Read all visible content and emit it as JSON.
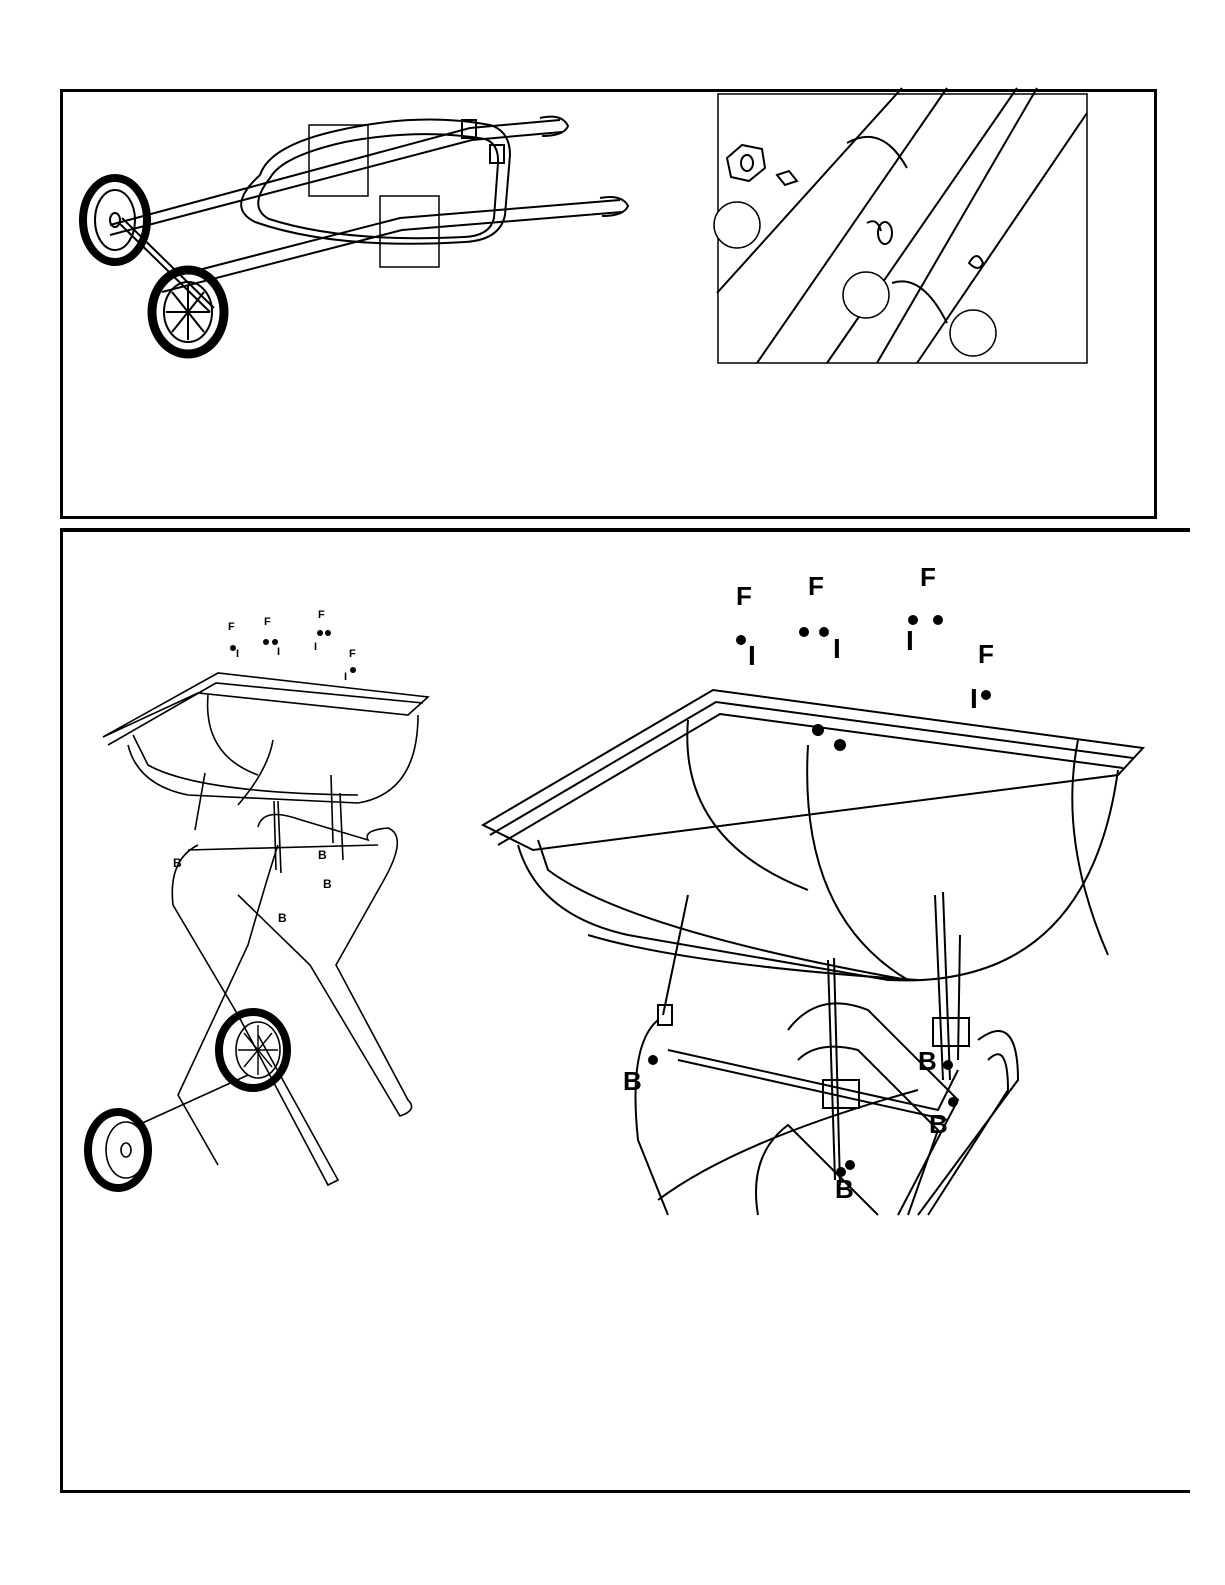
{
  "page": {
    "background": "#ffffff",
    "line_color": "#000000"
  },
  "top_panel": {
    "overview_drawing": {
      "icon": "wheelbarrow-frame-with-wheels",
      "callout_boxes": 2
    },
    "detail_drawing": {
      "icon": "bolt-nut-detail",
      "step_circles": [
        "",
        "",
        ""
      ]
    }
  },
  "bottom_panel": {
    "small_drawing": {
      "icon": "wheelbarrow-tray-exploded-small",
      "labels": {
        "f1": "F",
        "f2": "F",
        "f3": "F",
        "f4": "F",
        "i1": "I",
        "i2": "I",
        "i3": "I",
        "i4": "I",
        "b1": "B",
        "b2": "B",
        "b3": "B",
        "b4": "B"
      }
    },
    "large_drawing": {
      "icon": "wheelbarrow-tray-exploded-large",
      "labels": {
        "f1": "F",
        "f2": "F",
        "f3": "F",
        "f4": "F",
        "i1": "I",
        "i2": "I",
        "i3": "I",
        "i4": "I",
        "b1": "B",
        "b2": "B",
        "b3": "B",
        "b4": "B"
      }
    }
  }
}
